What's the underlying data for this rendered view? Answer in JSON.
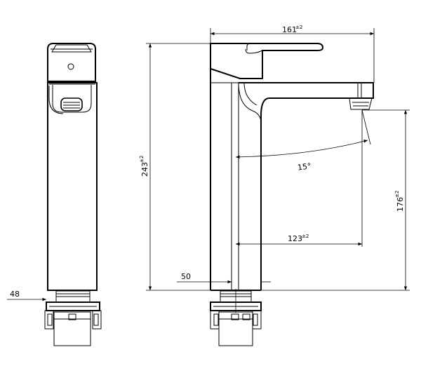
{
  "dimensions": {
    "width_label": "161",
    "width_tol": "±2",
    "height_label": "243",
    "height_tol": "±2",
    "spout_height_label": "176",
    "spout_height_tol": "±2",
    "reach_label": "123",
    "reach_tol": "±2",
    "angle_label": "15°",
    "side_base_label": "50",
    "front_base_label": "48"
  },
  "colors": {
    "line": "#000000",
    "background": "#ffffff"
  }
}
